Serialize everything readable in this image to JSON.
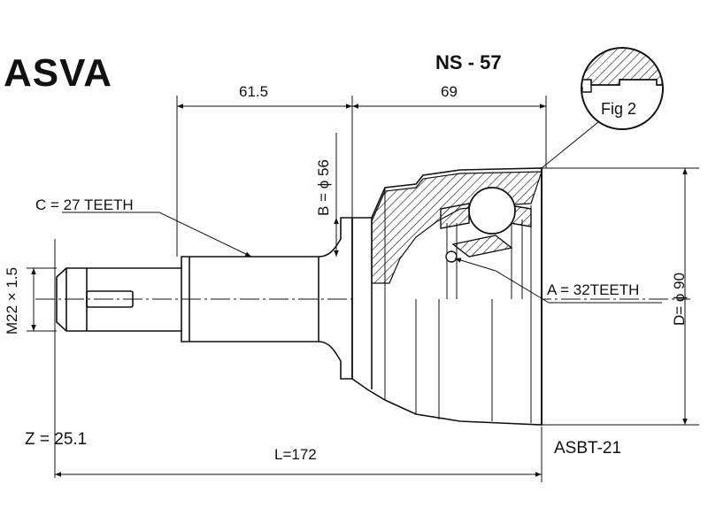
{
  "brand": "ASVA",
  "part_number": "NS - 57",
  "figure_label": "Fig 2",
  "dimensions": {
    "length_61": "61.5",
    "length_69": "69",
    "diameter_b": "B = ϕ 56",
    "teeth_c": "C = 27 TEETH",
    "teeth_a": "A = 32TEETH",
    "diameter_d": "D= ϕ 90",
    "thread": "M22 × 1.5",
    "z_value": "Z = 25.1",
    "total_length": "L=172",
    "kit_ref": "ASBT-21"
  }
}
